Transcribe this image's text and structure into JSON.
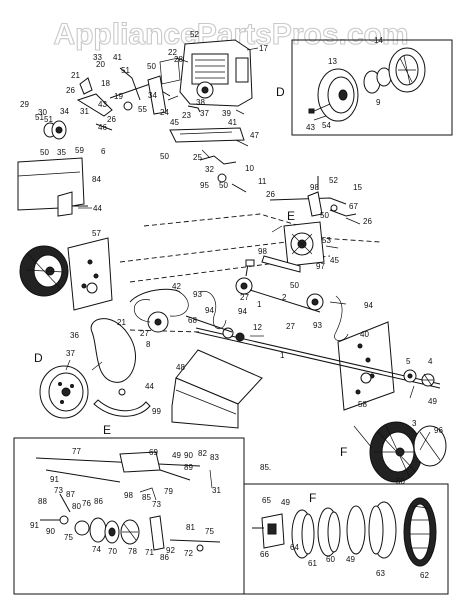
{
  "watermark": "AppliancePartsPros.com",
  "section_letters": {
    "d_top": "D",
    "e_upper": "E",
    "d_lower": "D",
    "e_lower": "E",
    "f_right": "F",
    "f_lower": "F"
  },
  "callouts": {
    "c17": "17",
    "c20": "20",
    "c33": "33",
    "c41a": "41",
    "c22": "22",
    "c52": "52",
    "c50a": "50",
    "c28": "28",
    "c51a": "51",
    "c21": "21",
    "c26a": "26",
    "c19": "19",
    "c18": "18",
    "c43": "43",
    "c29": "29",
    "c30": "30",
    "c34a": "34",
    "c31": "31",
    "c34b": "34",
    "c55": "55",
    "c24": "24",
    "c23": "23",
    "c38": "38",
    "c37": "37",
    "c39": "39",
    "c46": "46",
    "c26b": "26",
    "c51b": "51",
    "c45": "45",
    "c41b": "41",
    "c47": "47",
    "c50b": "50",
    "c35": "35",
    "c59": "59",
    "c6": "6",
    "c50c": "50",
    "c51c": "51",
    "c13": "13",
    "c14": "14",
    "c9": "9",
    "c54": "54",
    "c43b": "43",
    "c25": "25",
    "c32": "32",
    "c10": "10",
    "c95": "95",
    "c50d": "50",
    "c11": "11",
    "c26c": "26",
    "c98a": "98",
    "c52b": "52",
    "c15": "15",
    "c67": "67",
    "c50e": "50",
    "c26d": "26",
    "c84": "84",
    "c44a": "44",
    "c57": "57",
    "c53": "53",
    "c98b": "98",
    "c45b": "45",
    "c97": "97",
    "c50f": "50",
    "c2": "2",
    "c1a": "1",
    "c12": "12",
    "c27a": "27",
    "c94a": "94",
    "c93a": "93",
    "c42": "42",
    "c21b": "21",
    "c27b": "27",
    "c8": "8",
    "c68": "68",
    "c27c": "27",
    "c93b": "93",
    "c94b": "94",
    "c94c": "94",
    "c40": "40",
    "c36": "36",
    "c37b": "37",
    "c48": "48",
    "c44b": "44",
    "c99": "99",
    "c1b": "1",
    "c5": "5",
    "c4": "4",
    "c58": "58",
    "c49a": "49",
    "c3": "3",
    "c96": "96",
    "c50g": "50",
    "c77": "77",
    "c69": "69",
    "c49b": "49",
    "c90a": "90",
    "c82": "82",
    "c83": "83",
    "c89": "89",
    "c31b": "31",
    "c79": "79",
    "c91a": "91",
    "c98c": "98",
    "c85a": "85",
    "c73a": "73",
    "c88": "88",
    "c87": "87",
    "c80": "80",
    "c76": "76",
    "c86a": "86",
    "c91b": "91",
    "c90b": "90",
    "c75a": "75",
    "c74": "74",
    "c70": "70",
    "c78": "78",
    "c71": "71",
    "c73b": "73",
    "c86b": "86",
    "c92": "92",
    "c72": "72",
    "c81": "81",
    "c75b": "75",
    "c85b": "85.",
    "c65": "65",
    "c49c": "49",
    "c66": "66",
    "c64": "64",
    "c61": "61",
    "c60": "60",
    "c49d": "49",
    "c63": "63",
    "c62": "62"
  }
}
